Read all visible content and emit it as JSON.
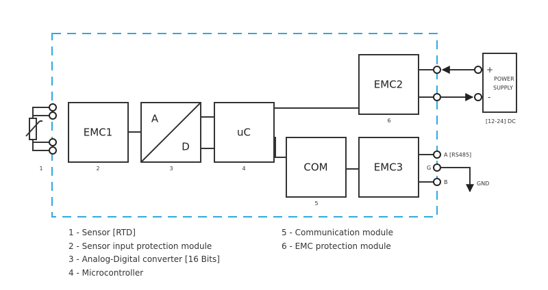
{
  "blocks": {
    "emc1": {
      "label": "EMC1",
      "number": "2"
    },
    "adc": {
      "label_a": "A",
      "label_d": "D",
      "number": "3"
    },
    "uc": {
      "label": "uC",
      "number": "4"
    },
    "com": {
      "label": "COM",
      "number": "5"
    },
    "emc2": {
      "label": "EMC2",
      "number": "6"
    },
    "emc3": {
      "label": "EMC3"
    },
    "sensor": {
      "number": "1"
    },
    "power_supply": {
      "line1": "POWER",
      "line2": "SUPPLY",
      "plus": "+",
      "minus": "-",
      "rating": "[12-24] DC"
    }
  },
  "terminals": {
    "a": "A [RS485]",
    "g": "G",
    "b": "B",
    "gnd": "GND"
  },
  "colors": {
    "boundary": "#2fa8e0",
    "lines": "#333333"
  },
  "legend": {
    "left": [
      "1 - Sensor [RTD]",
      "2 - Sensor input protection module",
      "3 - Analog-Digital converter [16 Bits]",
      "4 - Microcontroller"
    ],
    "right": [
      "5 - Communication module",
      "6 - EMC protection module"
    ]
  }
}
